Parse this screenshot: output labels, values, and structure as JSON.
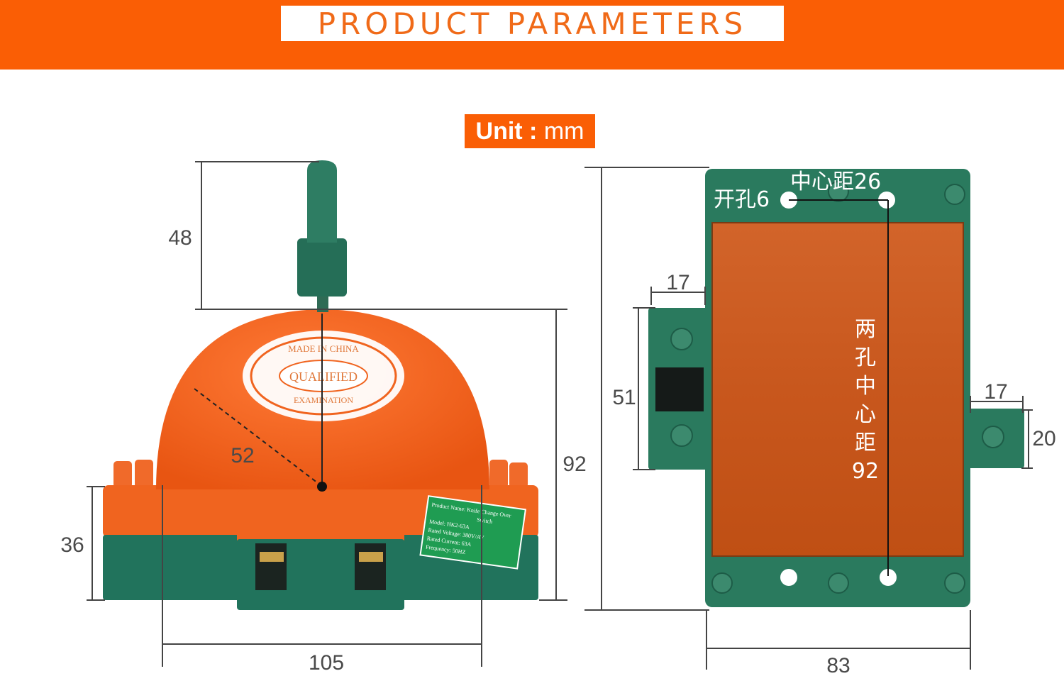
{
  "header": {
    "title": "PRODUCT PARAMETERS"
  },
  "unit": {
    "label": "Unit",
    "colon": " : ",
    "value": "mm"
  },
  "colors": {
    "brand_orange": "#fa5e05",
    "body_orange": "#f0641f",
    "base_green": "#21735c",
    "plate_green": "#2a7a5e"
  },
  "front_view": {
    "dimensions": {
      "handle_height": "48",
      "total_height": "92",
      "radius": "52",
      "base_height": "36",
      "width": "105"
    },
    "seal": {
      "top_text": "MADE IN CHINA",
      "center_text": "QUALIFIED",
      "bottom_text": "EXAMINATION"
    },
    "label_plate": {
      "lines": [
        "Product Name: Knife Change Over",
        "Switch",
        "Model: HK2-63A",
        "Rated Voltage: 380V/AV",
        "Rated Current: 63A",
        "Frequency: 50HZ"
      ]
    }
  },
  "side_view": {
    "hole_label": "开孔6",
    "center_distance_label": "中心距26",
    "vertical_label_chars": [
      "两",
      "孔",
      "中",
      "心",
      "距",
      "92"
    ],
    "dimensions": {
      "left_tab_width": "17",
      "left_tab_height": "51",
      "right_tab_width": "17",
      "right_tab_height": "20",
      "width": "83"
    }
  }
}
